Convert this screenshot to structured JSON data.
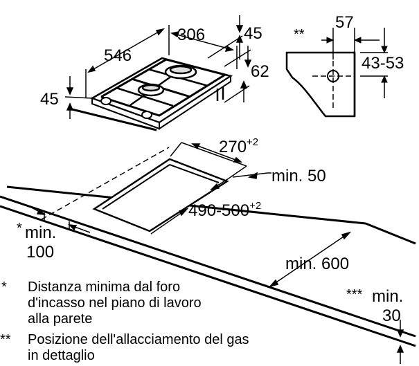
{
  "hob_dimensions": {
    "width": "306",
    "depth": "546",
    "height_side": "45",
    "height_top": "45",
    "back_offset": "62"
  },
  "gas_connection": {
    "marker": "**",
    "offset": "57",
    "height_range": "43-53"
  },
  "cutout": {
    "width": "270",
    "width_tolerance": "+2",
    "depth": "490-500",
    "depth_tolerance": "+2",
    "min_back": "min. 50",
    "min_front_marker": "*",
    "min_front_label": "min.",
    "min_front_value": "100",
    "min_side": "min. 600",
    "min_worktop_marker": "***",
    "min_worktop_label": "min.",
    "min_worktop_value": "30"
  },
  "notes": [
    {
      "marker": "*",
      "lines": [
        "Distanza minima dal foro",
        "d'incasso nel piano di lavoro",
        "alla parete"
      ]
    },
    {
      "marker": "**",
      "lines": [
        "Posizione dell'allacciamento del gas",
        "in dettaglio"
      ]
    }
  ]
}
